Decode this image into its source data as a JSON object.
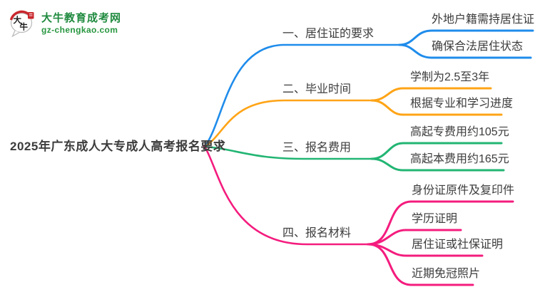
{
  "logo": {
    "title": "大牛教育成考网",
    "domain": "gz-chengkao.com",
    "icon_char_top": "大",
    "icon_char_bottom": "牛",
    "green": "#1f8a3f",
    "red": "#c9272d"
  },
  "root": {
    "label": "2025年广东成人大专成人高考报名要求"
  },
  "hub_color": "#c2265c",
  "branches": [
    {
      "label": "一、居住证的要求",
      "color": "#1f8ceb",
      "children": [
        {
          "label": "外地户籍需持居住证"
        },
        {
          "label": "确保合法居住状态"
        }
      ]
    },
    {
      "label": "二、毕业时间",
      "color": "#ffa416",
      "children": [
        {
          "label": "学制为2.5至3年"
        },
        {
          "label": "根据专业和学习进度"
        }
      ]
    },
    {
      "label": "三、报名费用",
      "color": "#22b573",
      "children": [
        {
          "label": "高起专费用约105元"
        },
        {
          "label": "高起本费用约165元"
        }
      ]
    },
    {
      "label": "四、报名材料",
      "color": "#f41c7e",
      "children": [
        {
          "label": "身份证原件及复印件"
        },
        {
          "label": "学历证明"
        },
        {
          "label": "居住证或社保证明"
        },
        {
          "label": "近期免冠照片"
        }
      ]
    }
  ]
}
